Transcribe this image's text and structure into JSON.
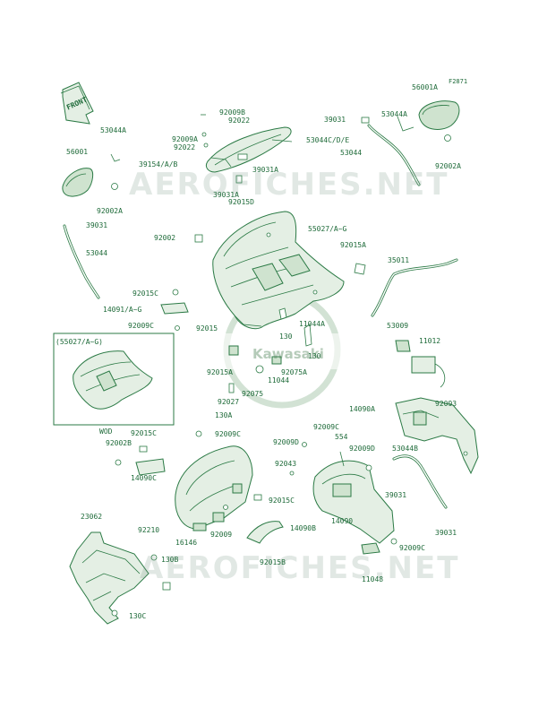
{
  "diagram": {
    "code": "F2871",
    "front_label": "FRONT",
    "inset_label": "(55027/A~G)",
    "wod_label": "WOD",
    "watermark": "AEROFICHES.NET",
    "brand": "Kawasaki",
    "line_color": "#2b7a45",
    "fill_color": "#dcebdc",
    "text_color": "#1f6b3a"
  },
  "labels": [
    {
      "id": "56001A-top",
      "text": "56001A"
    },
    {
      "id": "53044A-right",
      "text": "53044A"
    },
    {
      "id": "39031-top",
      "text": "39031"
    },
    {
      "id": "53044-right",
      "text": "53044"
    },
    {
      "id": "92002A-right",
      "text": "92002A"
    },
    {
      "id": "92009B",
      "text": "92009B"
    },
    {
      "id": "92022-a",
      "text": "92022"
    },
    {
      "id": "92009A",
      "text": "92009A"
    },
    {
      "id": "92022-b",
      "text": "92022"
    },
    {
      "id": "53044CDE",
      "text": "53044C/D/E"
    },
    {
      "id": "39154AB",
      "text": "39154/A/B"
    },
    {
      "id": "39031A-a",
      "text": "39031A"
    },
    {
      "id": "39031A-b",
      "text": "39031A"
    },
    {
      "id": "92015D",
      "text": "92015D"
    },
    {
      "id": "53044A-left",
      "text": "53044A"
    },
    {
      "id": "56001-left",
      "text": "56001"
    },
    {
      "id": "92002A-left",
      "text": "92002A"
    },
    {
      "id": "39031-left",
      "text": "39031"
    },
    {
      "id": "53044-left",
      "text": "53044"
    },
    {
      "id": "92002",
      "text": "92002"
    },
    {
      "id": "55027AG",
      "text": "55027/A~G"
    },
    {
      "id": "92015A-a",
      "text": "92015A"
    },
    {
      "id": "35011",
      "text": "35011"
    },
    {
      "id": "92015C-a",
      "text": "92015C"
    },
    {
      "id": "14091AG",
      "text": "14091/A~G"
    },
    {
      "id": "92009C-a",
      "text": "92009C"
    },
    {
      "id": "92015",
      "text": "92015"
    },
    {
      "id": "11044A",
      "text": "11044A"
    },
    {
      "id": "130-a",
      "text": "130"
    },
    {
      "id": "130-b",
      "text": "130"
    },
    {
      "id": "53009",
      "text": "53009"
    },
    {
      "id": "11012",
      "text": "11012"
    },
    {
      "id": "92015A-b",
      "text": "92015A"
    },
    {
      "id": "92075A",
      "text": "92075A"
    },
    {
      "id": "11044",
      "text": "11044"
    },
    {
      "id": "92075",
      "text": "92075"
    },
    {
      "id": "92027",
      "text": "92027"
    },
    {
      "id": "130A",
      "text": "130A"
    },
    {
      "id": "92093",
      "text": "92093"
    },
    {
      "id": "14090A",
      "text": "14090A"
    },
    {
      "id": "92009C-b",
      "text": "92009C"
    },
    {
      "id": "92015C-b",
      "text": "92015C"
    },
    {
      "id": "92002B",
      "text": "92002B"
    },
    {
      "id": "92009C-c",
      "text": "92009C"
    },
    {
      "id": "92009D-a",
      "text": "92009D"
    },
    {
      "id": "554",
      "text": "554"
    },
    {
      "id": "92009D-b",
      "text": "92009D"
    },
    {
      "id": "53044B",
      "text": "53044B"
    },
    {
      "id": "92043",
      "text": "92043"
    },
    {
      "id": "14090C",
      "text": "14090C"
    },
    {
      "id": "92015C-c",
      "text": "92015C"
    },
    {
      "id": "39031-c",
      "text": "39031"
    },
    {
      "id": "14090",
      "text": "14090"
    },
    {
      "id": "39031-d",
      "text": "39031"
    },
    {
      "id": "23062",
      "text": "23062"
    },
    {
      "id": "92210",
      "text": "92210"
    },
    {
      "id": "16146",
      "text": "16146"
    },
    {
      "id": "92009",
      "text": "92009"
    },
    {
      "id": "14090B",
      "text": "14090B"
    },
    {
      "id": "92009C-d",
      "text": "92009C"
    },
    {
      "id": "130B",
      "text": "130B"
    },
    {
      "id": "92015B",
      "text": "92015B"
    },
    {
      "id": "11048",
      "text": "11048"
    },
    {
      "id": "130C",
      "text": "130C"
    }
  ]
}
